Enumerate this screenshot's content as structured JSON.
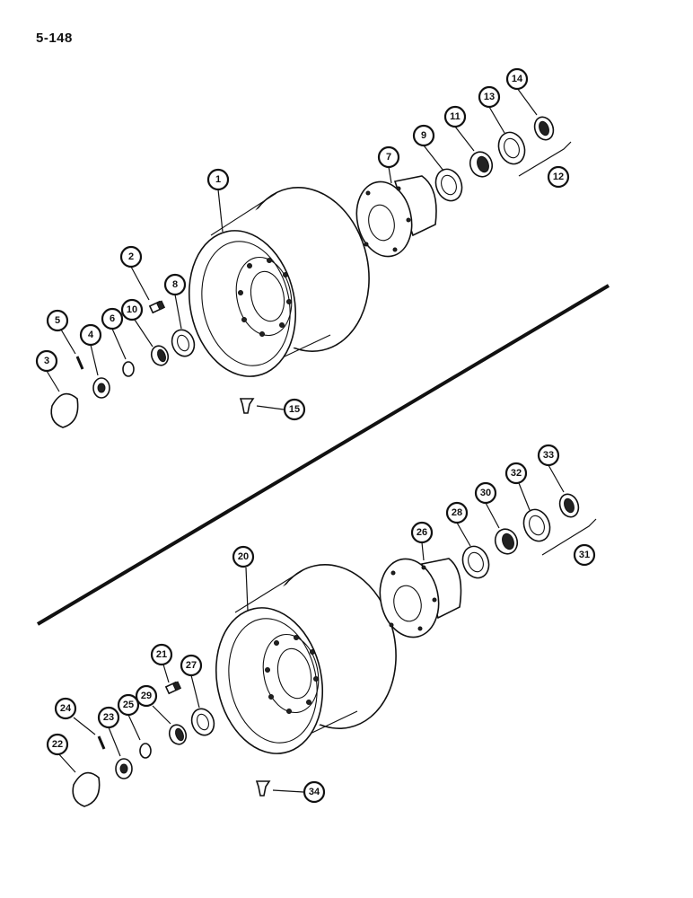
{
  "page": {
    "number": "5-148"
  },
  "colors": {
    "ink": "#111111",
    "paper": "#ffffff"
  },
  "callouts": [
    {
      "id": "c1",
      "label": "1"
    },
    {
      "id": "c2",
      "label": "2"
    },
    {
      "id": "c3",
      "label": "3"
    },
    {
      "id": "c4",
      "label": "4"
    },
    {
      "id": "c5",
      "label": "5"
    },
    {
      "id": "c6",
      "label": "6"
    },
    {
      "id": "c7",
      "label": "7"
    },
    {
      "id": "c8",
      "label": "8"
    },
    {
      "id": "c9",
      "label": "9"
    },
    {
      "id": "c10",
      "label": "10"
    },
    {
      "id": "c11",
      "label": "11"
    },
    {
      "id": "c12",
      "label": "12"
    },
    {
      "id": "c13",
      "label": "13"
    },
    {
      "id": "c14",
      "label": "14"
    },
    {
      "id": "c15",
      "label": "15"
    },
    {
      "id": "c20",
      "label": "20"
    },
    {
      "id": "c21",
      "label": "21"
    },
    {
      "id": "c22",
      "label": "22"
    },
    {
      "id": "c23",
      "label": "23"
    },
    {
      "id": "c24",
      "label": "24"
    },
    {
      "id": "c25",
      "label": "25"
    },
    {
      "id": "c26",
      "label": "26"
    },
    {
      "id": "c27",
      "label": "27"
    },
    {
      "id": "c28",
      "label": "28"
    },
    {
      "id": "c29",
      "label": "29"
    },
    {
      "id": "c30",
      "label": "30"
    },
    {
      "id": "c31",
      "label": "31"
    },
    {
      "id": "c32",
      "label": "32"
    },
    {
      "id": "c33",
      "label": "33"
    },
    {
      "id": "c34",
      "label": "34"
    }
  ]
}
